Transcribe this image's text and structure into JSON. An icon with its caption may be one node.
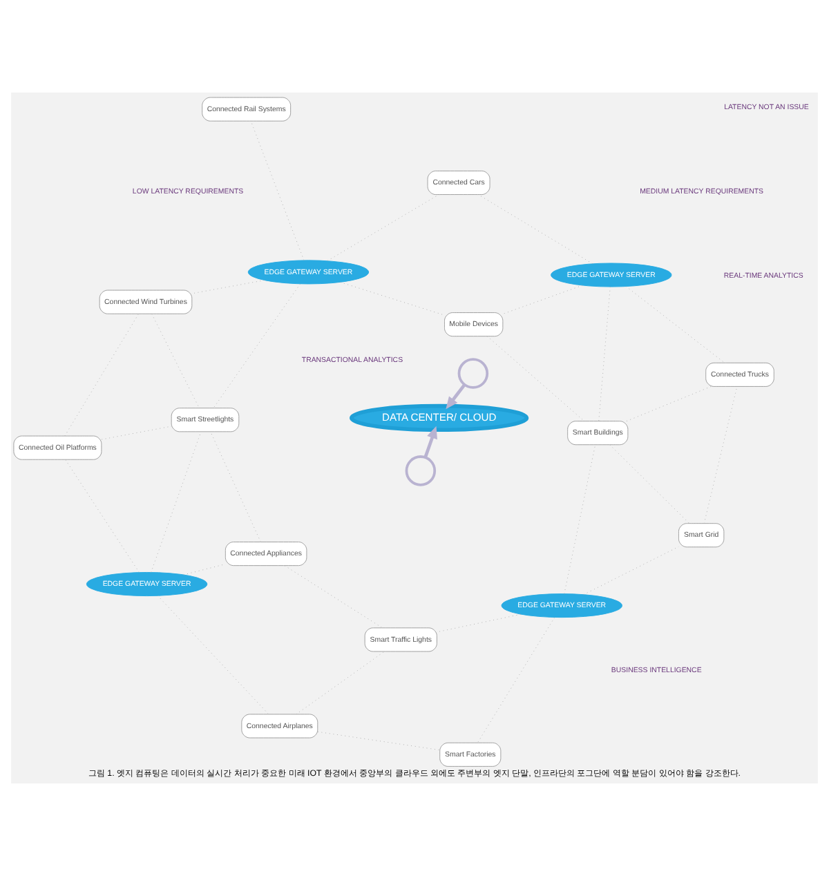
{
  "diagram": {
    "caption": "그림 1. 엣지 컴퓨팅은 데이터의 실시간 처리가 중요한 미래 IOT 환경에서 중앙부의 클라우드 외에도 주변부의 엣지 단말, 인프라단의 포그단에 역할 분담이 있어야 함을 강조한다.",
    "nodes": [
      {
        "text": [
          "DATA CENTER/ CLOUD"
        ]
      },
      {
        "text": [
          "EDGE GATEWAY SERVER"
        ]
      },
      {
        "text": [
          "EDGE GATEWAY SERVER"
        ]
      },
      {
        "text": [
          "EDGE GATEWAY SERVER"
        ]
      },
      {
        "text": [
          "EDGE GATEWAY SERVER"
        ]
      },
      {
        "text": [
          "Connected Airplanes"
        ]
      },
      {
        "text": [
          "Connected Oil Platforms"
        ]
      },
      {
        "text": [
          "Connected Appliances"
        ]
      },
      {
        "text": [
          "Connected Wind Turbines"
        ]
      },
      {
        "text": [
          "Smart Streetlights"
        ]
      },
      {
        "text": [
          "Smart Factories"
        ]
      },
      {
        "text": [
          "Smart Traffic Lights"
        ]
      },
      {
        "text": [
          "Connected Rail Systems"
        ]
      },
      {
        "text": [
          "Smart Buildings"
        ]
      },
      {
        "text": [
          "Smart Grid"
        ]
      },
      {
        "text": [
          "Mobile Devices"
        ]
      },
      {
        "text": [
          "Connected Cars"
        ]
      },
      {
        "text": [
          "Connected Trucks"
        ]
      },
      {
        "text": [],
        "shape": "circle"
      },
      {
        "text": [],
        "shape": "circle"
      }
    ],
    "edges": [
      {
        "from": 18,
        "to": 0,
        "arrow": "to",
        "style": "thick",
        "color": "#b9b3d1"
      },
      {
        "from": 19,
        "to": 0,
        "arrow": "to",
        "style": "thick",
        "color": "#b9b3d1"
      },
      {
        "from": 1,
        "to": 5,
        "arrow": "none",
        "style": "dashed"
      },
      {
        "from": 1,
        "to": 6,
        "arrow": "none",
        "style": "dashed"
      },
      {
        "from": 1,
        "to": 7,
        "arrow": "none",
        "style": "dashed"
      },
      {
        "from": 1,
        "to": 9,
        "arrow": "none",
        "style": "dashed"
      },
      {
        "from": 6,
        "to": 8,
        "arrow": "none",
        "style": "dashed"
      },
      {
        "from": 6,
        "to": 9,
        "arrow": "none",
        "style": "dashed"
      },
      {
        "from": 8,
        "to": 9,
        "arrow": "none",
        "style": "dashed"
      },
      {
        "from": 7,
        "to": 9,
        "arrow": "none",
        "style": "dashed"
      },
      {
        "from": 2,
        "to": 8,
        "arrow": "none",
        "style": "dashed"
      },
      {
        "from": 2,
        "to": 9,
        "arrow": "none",
        "style": "dashed"
      },
      {
        "from": 2,
        "to": 12,
        "arrow": "none",
        "style": "dashed"
      },
      {
        "from": 2,
        "to": 15,
        "arrow": "none",
        "style": "dashed"
      },
      {
        "from": 2,
        "to": 16,
        "arrow": "none",
        "style": "dashed"
      },
      {
        "from": 5,
        "to": 10,
        "arrow": "none",
        "style": "dashed"
      },
      {
        "from": 5,
        "to": 11,
        "arrow": "none",
        "style": "dashed"
      },
      {
        "from": 7,
        "to": 11,
        "arrow": "none",
        "style": "dashed"
      },
      {
        "from": 3,
        "to": 10,
        "arrow": "none",
        "style": "dashed"
      },
      {
        "from": 3,
        "to": 11,
        "arrow": "none",
        "style": "dashed"
      },
      {
        "from": 3,
        "to": 13,
        "arrow": "none",
        "style": "dashed"
      },
      {
        "from": 3,
        "to": 14,
        "arrow": "none",
        "style": "dashed"
      },
      {
        "from": 13,
        "to": 14,
        "arrow": "none",
        "style": "dashed"
      },
      {
        "from": 13,
        "to": 17,
        "arrow": "none",
        "style": "dashed"
      },
      {
        "from": 14,
        "to": 17,
        "arrow": "none",
        "style": "dashed"
      },
      {
        "from": 15,
        "to": 13,
        "arrow": "none",
        "style": "dashed"
      },
      {
        "from": 4,
        "to": 13,
        "arrow": "none",
        "style": "dashed"
      },
      {
        "from": 4,
        "to": 15,
        "arrow": "none",
        "style": "dashed"
      },
      {
        "from": 4,
        "to": 16,
        "arrow": "none",
        "style": "dashed"
      },
      {
        "from": 4,
        "to": 17,
        "arrow": "none",
        "style": "dashed"
      }
    ],
    "labels": [
      "REAL-TIME ANALYTICS",
      "TRANSACTIONAL ANALYTICS",
      "BUSINESS INTELLIGENCE",
      "LATENCY NOT AN ISSUE",
      "MEDIUM LATENCY REQUIREMENTS",
      "LOW LATENCY REQUIREMENTS"
    ]
  }
}
